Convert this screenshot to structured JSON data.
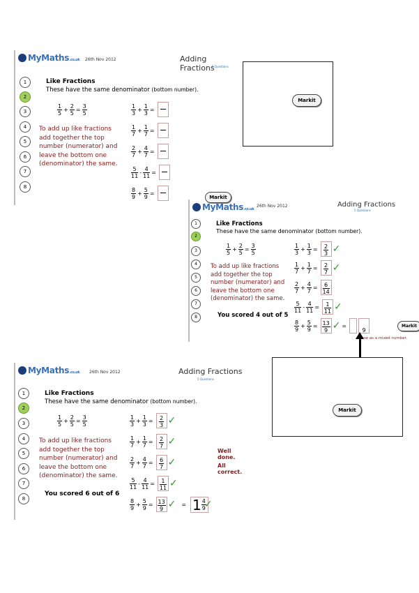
{
  "brand": {
    "name": "MyMaths",
    "suffix": ".co.uk"
  },
  "date": "26th Nov 2012",
  "title": "Adding Fractions",
  "subtitle": "5 Questions",
  "nav": [
    "1",
    "2",
    "3",
    "4",
    "5",
    "6",
    "7",
    "8"
  ],
  "heading": "Like Fractions",
  "desc_main": "These have the same denominator",
  "desc_paren": "(bottom number).",
  "hint": [
    "To add up like fractions",
    "add together the top",
    "number (numerator) and",
    "leave the bottom one",
    "(denominator) the same."
  ],
  "markit_label": "Markit",
  "example": {
    "a": "1",
    "b": "5",
    "c": "2",
    "d": "5",
    "e": "3",
    "f": "5",
    "plus": "+",
    "equals": "="
  },
  "questions": [
    {
      "a": "1",
      "b": "3",
      "op": "+",
      "c": "1",
      "d": "3",
      "eq": "=",
      "ans_n": "2",
      "ans_d": "3"
    },
    {
      "a": "1",
      "b": "7",
      "op": "+",
      "c": "1",
      "d": "7",
      "eq": "=",
      "ans_n": "2",
      "ans_d": "7"
    },
    {
      "a": "2",
      "b": "7",
      "op": "+",
      "c": "4",
      "d": "7",
      "eq": "=",
      "ans_n": "6",
      "ans_d": "14"
    },
    {
      "a": "5",
      "b": "11",
      "op": "-",
      "c": "4",
      "d": "11",
      "eq": "=",
      "ans_n": "1",
      "ans_d": "11"
    },
    {
      "a": "8",
      "b": "9",
      "op": "+",
      "c": "5",
      "d": "9",
      "eq": "=",
      "ans_n": "13",
      "ans_d": "9"
    }
  ],
  "panel3_q3_ans": {
    "n": "6",
    "d": "7"
  },
  "score2": "You scored 4 out of 5",
  "score3": "You scored 6 out of 6",
  "mixed_note": "Now as a mixed number.",
  "mixed_box_den": "9",
  "mixed_answer": {
    "whole": "1",
    "n": "4",
    "d": "9"
  },
  "well_done": "Well done.",
  "all_correct": "All correct.",
  "check": "✓",
  "colors": {
    "accent": "#3a6fb8",
    "hint": "#8b1a1a",
    "check": "#2a9a2a",
    "current_nav": "#9fd15a"
  }
}
